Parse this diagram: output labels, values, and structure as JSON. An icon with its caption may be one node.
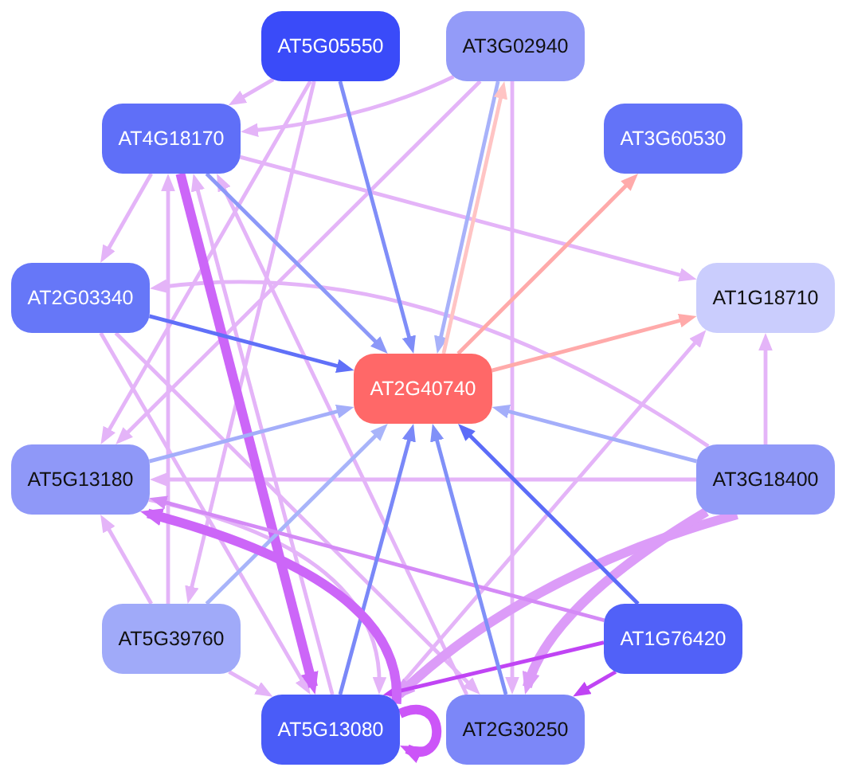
{
  "diagram": {
    "nodes": [
      {
        "text": [
          "AT5G05550"
        ]
      },
      {
        "text": [
          "AT3G02940"
        ]
      },
      {
        "text": [
          "AT4G18170"
        ]
      },
      {
        "text": [
          "AT3G60530"
        ]
      },
      {
        "text": [
          "AT2G03340"
        ]
      },
      {
        "text": [
          "AT1G18710"
        ]
      },
      {
        "text": [
          "AT2G40740"
        ]
      },
      {
        "text": [
          "AT5G13180"
        ]
      },
      {
        "text": [
          "AT3G18400"
        ]
      },
      {
        "text": [
          "AT5G39760"
        ]
      },
      {
        "text": [
          "AT1G76420"
        ]
      },
      {
        "text": [
          "AT5G13080"
        ]
      },
      {
        "text": [
          "AT2G30250"
        ]
      }
    ],
    "edges": [
      {
        "from": 0,
        "to": 2,
        "arrow": "to"
      },
      {
        "from": 0,
        "to": 6,
        "arrow": "to",
        "color": "#7f8df8"
      },
      {
        "from": 0,
        "to": 7,
        "arrow": "to"
      },
      {
        "from": 0,
        "to": 9,
        "arrow": "to"
      },
      {
        "from": 1,
        "to": 2,
        "arrow": "to"
      },
      {
        "from": 1,
        "to": 6,
        "arrow": "to",
        "color": "#a8b2fa"
      },
      {
        "from": 1,
        "to": 7,
        "arrow": "to"
      },
      {
        "from": 1,
        "to": 12,
        "arrow": "to"
      },
      {
        "from": 2,
        "to": 4,
        "arrow": "to"
      },
      {
        "from": 2,
        "to": 5,
        "arrow": "to"
      },
      {
        "from": 2,
        "to": 6,
        "arrow": "to",
        "color": "#8c98f8"
      },
      {
        "from": 2,
        "to": 11,
        "arrow": "to",
        "style": "thick",
        "color": "#cc66f8"
      },
      {
        "from": 4,
        "to": 6,
        "arrow": "to",
        "color": "#6070f8"
      },
      {
        "from": 4,
        "to": 11,
        "arrow": "to"
      },
      {
        "from": 4,
        "to": 12,
        "arrow": "to"
      },
      {
        "from": 6,
        "to": 1,
        "arrow": "to",
        "color": "#ffc4c4"
      },
      {
        "from": 6,
        "to": 3,
        "arrow": "to",
        "color": "#ffaaaa"
      },
      {
        "from": 6,
        "to": 5,
        "arrow": "to",
        "color": "#ffaaaa"
      },
      {
        "from": 7,
        "to": 6,
        "arrow": "to",
        "color": "#a4aefa"
      },
      {
        "from": 7,
        "to": 11,
        "arrow": "to"
      },
      {
        "from": 8,
        "to": 4,
        "arrow": "to"
      },
      {
        "from": 8,
        "to": 5,
        "arrow": "to"
      },
      {
        "from": 8,
        "to": 6,
        "arrow": "to",
        "color": "#a4aefa"
      },
      {
        "from": 8,
        "to": 7,
        "arrow": "to"
      },
      {
        "from": 8,
        "to": 11,
        "arrow": "to",
        "style": "thick",
        "color": "#dc9cf8"
      },
      {
        "from": 8,
        "to": 12,
        "arrow": "to",
        "style": "thick",
        "color": "#dc9cf8"
      },
      {
        "from": 9,
        "to": 2,
        "arrow": "to"
      },
      {
        "from": 9,
        "to": 6,
        "arrow": "to",
        "color": "#a8b4fa"
      },
      {
        "from": 9,
        "to": 7,
        "arrow": "to"
      },
      {
        "from": 9,
        "to": 11,
        "arrow": "to"
      },
      {
        "from": 10,
        "to": 6,
        "arrow": "to",
        "color": "#5c6cf8"
      },
      {
        "from": 10,
        "to": 7,
        "arrow": "to",
        "color": "#d48af6"
      },
      {
        "from": 10,
        "to": 11,
        "arrow": "to",
        "color": "#c044f4"
      },
      {
        "from": 10,
        "to": 12,
        "arrow": "to",
        "color": "#c044f4"
      },
      {
        "from": 11,
        "to": 2,
        "arrow": "to"
      },
      {
        "from": 11,
        "to": 5,
        "arrow": "to"
      },
      {
        "from": 11,
        "to": 6,
        "arrow": "to",
        "color": "#7a88f8"
      },
      {
        "from": 11,
        "to": 7,
        "arrow": "to",
        "style": "thick",
        "color": "#cc66f8"
      },
      {
        "from": 11,
        "to": 11,
        "arrow": "to",
        "style": "thick",
        "color": "#cc55f8"
      },
      {
        "from": 12,
        "to": 2,
        "arrow": "to"
      },
      {
        "from": 12,
        "to": 6,
        "arrow": "to",
        "color": "#8090f8"
      }
    ]
  }
}
